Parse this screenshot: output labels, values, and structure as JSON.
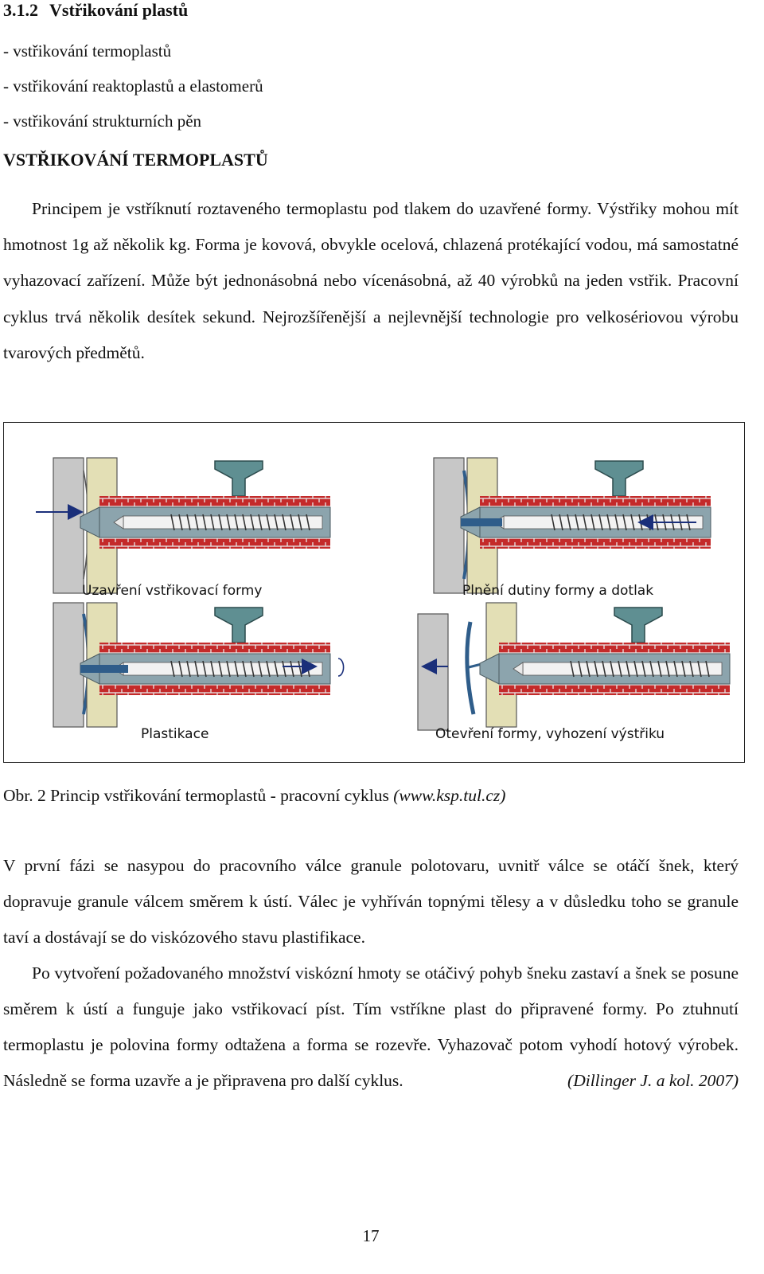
{
  "heading": {
    "number": "3.1.2",
    "title": "Vstřikování plastů"
  },
  "bullets": [
    "- vstřikování termoplastů",
    "- vstřikování reaktoplastů a elastomerů",
    "- vstřikování strukturních pěn"
  ],
  "subheading": "VSTŘIKOVÁNÍ TERMOPLASTŮ",
  "paragraph_1": "Principem je vstříknutí roztaveného termoplastu pod tlakem do uzavřené formy. Výstřiky mohou mít hmotnost 1g až několik kg. Forma je kovová, obvykle ocelová, chlazená protékající vodou, má samostatné vyhazovací zařízení. Může být jednonásobná nebo vícenásobná, až 40 výrobků na jeden vstřik. Pracovní cyklus trvá několik desítek sekund. Nejrozšířenější a nejlevnější technologie pro velkosériovou výrobu tvarových předmětů.",
  "figure": {
    "panels": [
      {
        "label": "Uzavření vstřikovací formy",
        "stage": "closing"
      },
      {
        "label": "Plnění dutiny formy a dotlak",
        "stage": "filling"
      },
      {
        "label": "Plastikace",
        "stage": "plasticizing"
      },
      {
        "label": "Otevření formy, vyhození výstřiku",
        "stage": "ejection"
      }
    ],
    "colors": {
      "heater": "#c42a2a",
      "barrel": "#8ca4ad",
      "hopper": "#5f8f92",
      "mold_fixed": "#e3dfb5",
      "mold_moving": "#c7c7c7",
      "melt": "#2f5d8a"
    }
  },
  "caption": {
    "text": "Obr. 2 Princip vstřikování termoplastů - pracovní cyklus ",
    "source": "(www.ksp.tul.cz)"
  },
  "paragraph_2": "V první fázi se nasypou do pracovního válce granule polotovaru, uvnitř válce se otáčí šnek, který dopravuje granule válcem směrem k ústí. Válec je vyhříván topnými tělesy a v důsledku toho se granule taví a dostávají se do viskózového stavu plastifikace.",
  "paragraph_3": "Po vytvoření požadovaného množství viskózní hmoty se otáčivý pohyb šneku zastaví a šnek se posune směrem k ústí a funguje jako vstřikovací píst. Tím vstříkne plast do připravené formy. Po ztuhnutí termoplastu je polovina formy odtažena a forma se rozevře. Vyhazovač potom vyhodí hotový výrobek. Následně se forma uzavře a je připravena pro další cyklus.",
  "paragraph_3_citation": "(Dillinger J. a kol. 2007)",
  "page_number": "17"
}
